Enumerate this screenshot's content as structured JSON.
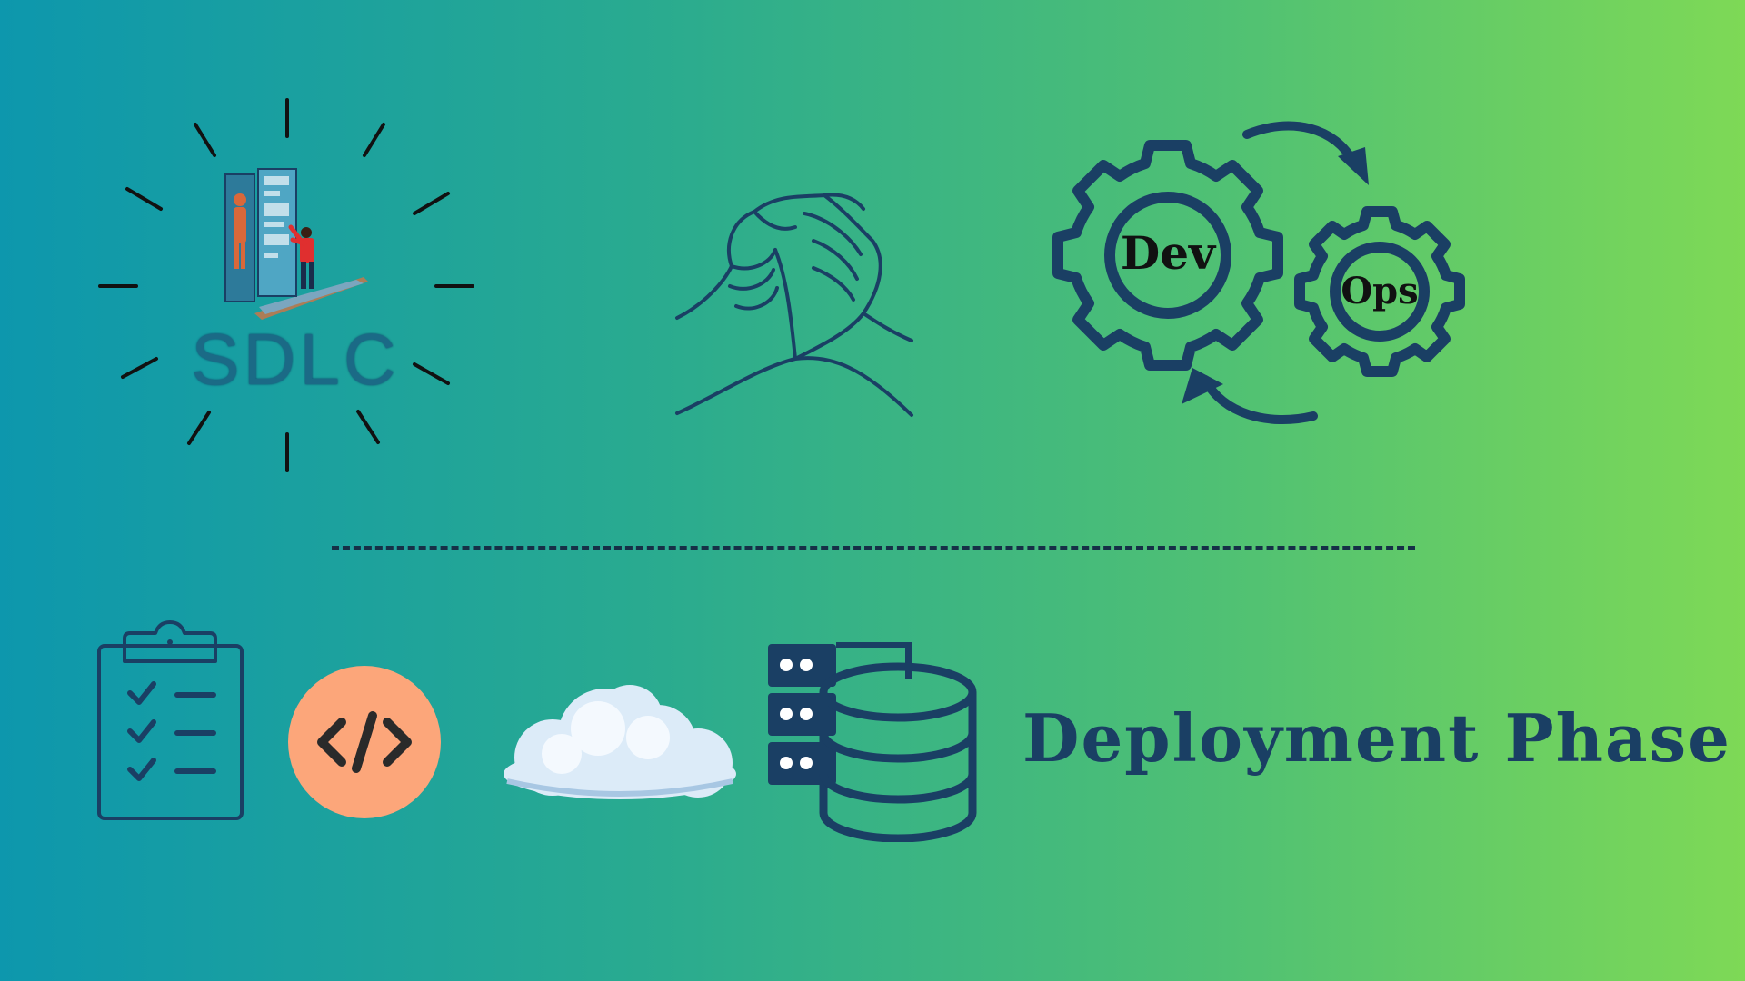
{
  "sdlc": {
    "title": "SDLC",
    "icon": "sdlc-developer-illustration-icon"
  },
  "collaboration": {
    "icon": "handshake-icon"
  },
  "devops": {
    "dev_label": "Dev",
    "ops_label": "Ops",
    "icon": "devops-gears-icon"
  },
  "bottom_row": {
    "icons": [
      "checklist-clipboard-icon",
      "code-icon",
      "cloud-icon",
      "server-database-icon"
    ],
    "phase_title": "Deployment Phase"
  },
  "colors": {
    "navy": "#1a3f64",
    "code_circle": "#fca67a",
    "gradient_left": "#0d97ad",
    "gradient_right": "#7ed956"
  }
}
